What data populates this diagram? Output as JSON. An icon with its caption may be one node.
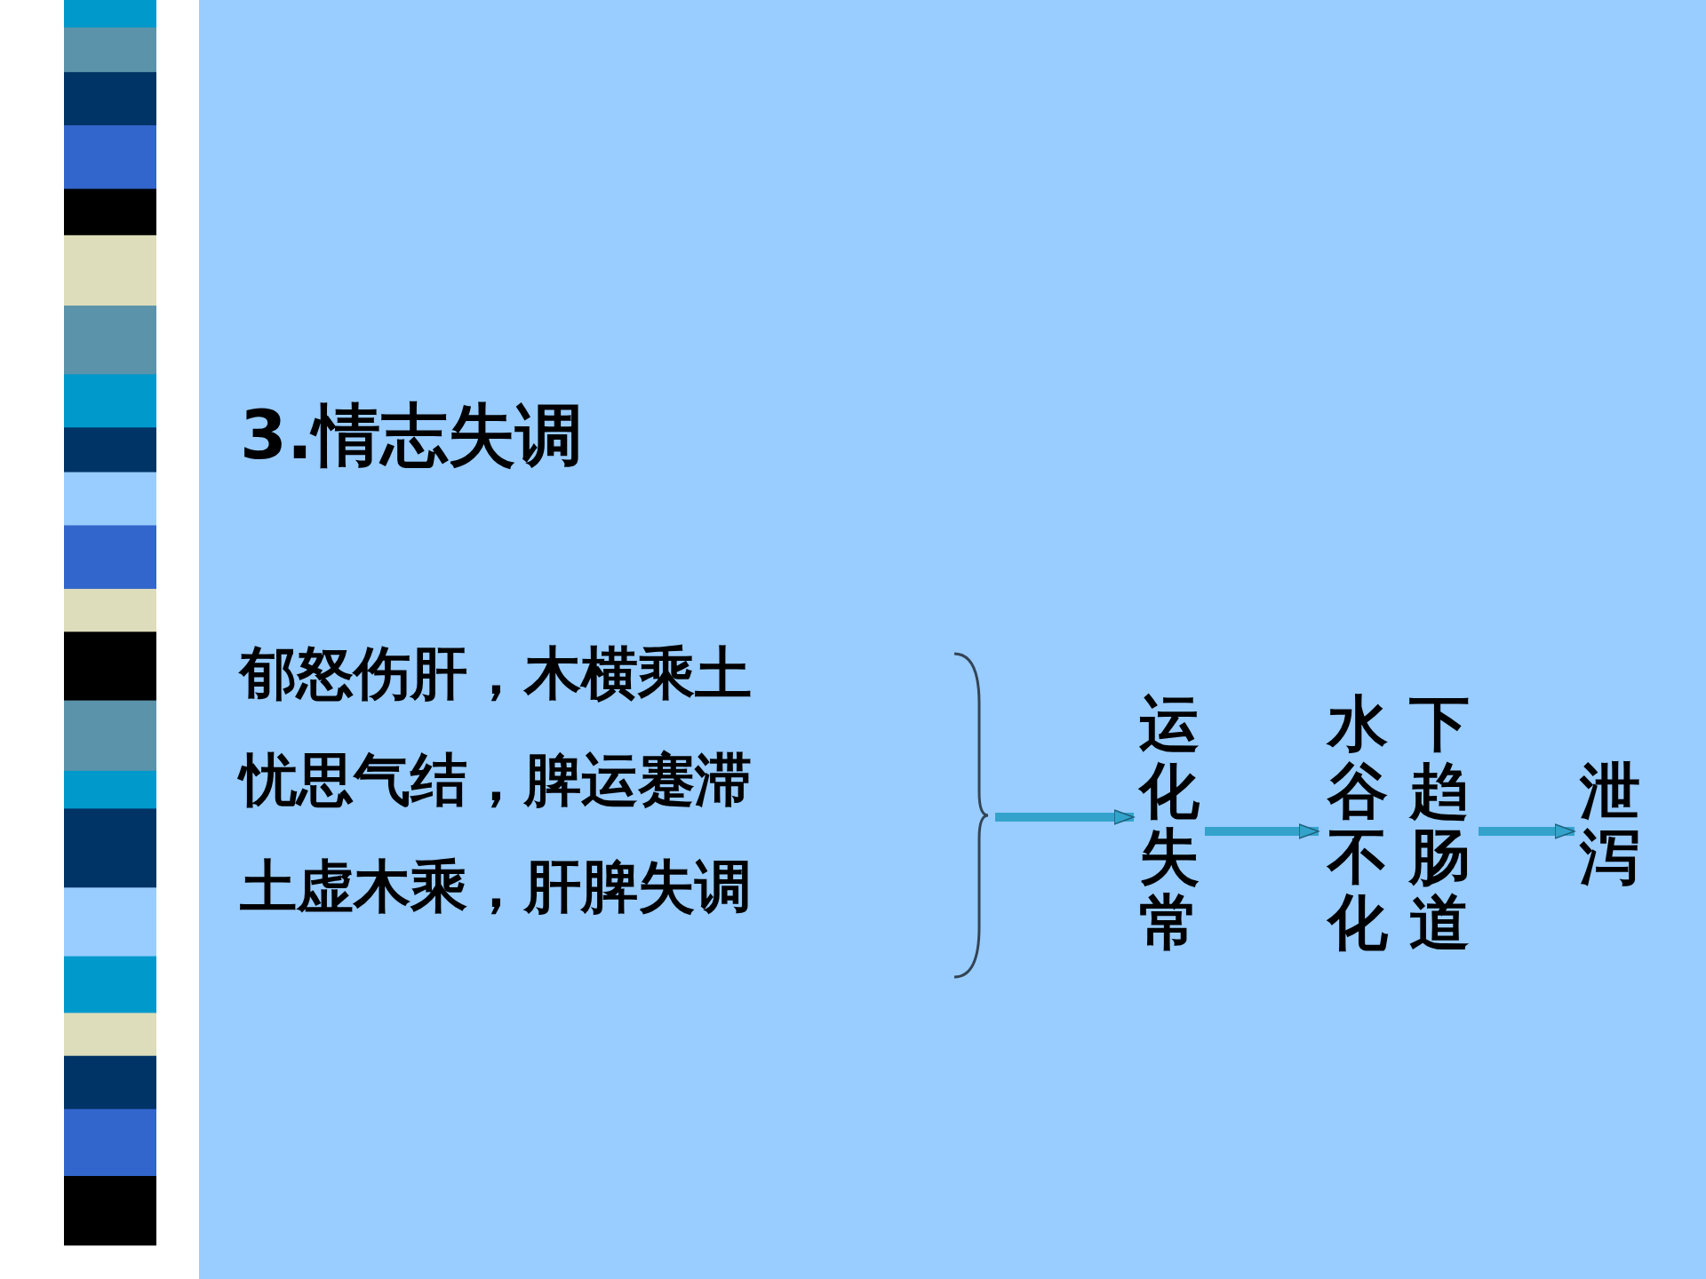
{
  "diagram": {
    "title": "3.情志失调",
    "nodes": [
      {
        "text": [
          "郁怒伤肝，木横乘土",
          "忧思气结，脾运蹇滞",
          "土虚木乘，肝脾失调"
        ]
      },
      {
        "text": [
          "运化失常"
        ]
      },
      {
        "text": [
          "水谷不化",
          "下趋肠道"
        ]
      },
      {
        "text": [
          "泄泻"
        ]
      }
    ],
    "edges": [
      {
        "from": 0,
        "to": 1,
        "arrow": "to"
      },
      {
        "from": 1,
        "to": 2,
        "arrow": "to"
      },
      {
        "from": 2,
        "to": 3,
        "arrow": "to"
      }
    ]
  }
}
